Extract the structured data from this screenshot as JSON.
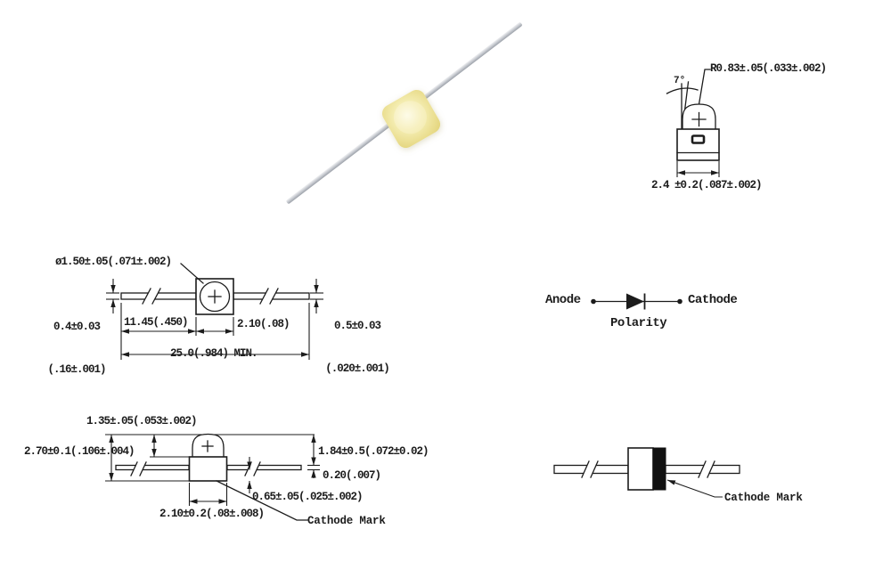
{
  "photo": {
    "body_color": "#efe297",
    "lead_color": "#b6bac1"
  },
  "front_view": {
    "radius_label": "R0.83±.05(.033±.002)",
    "angle_label": "7°",
    "width_label": "2.4 ±0.2(.087±.002)"
  },
  "top_view": {
    "lens_dia_label": "ø1.50±.05(.071±.002)",
    "left_lead_thickness_mm": "0.4±0.03",
    "left_lead_thickness_in": "(.16±.001)",
    "lead_length_label": "11.45(.450)",
    "body_width_label": "2.10(.08)",
    "overall_length_label": "25.0(.984) MIN.",
    "right_lead_thickness_mm": "0.5±0.03",
    "right_lead_thickness_in": "(.020±.001)"
  },
  "polarity": {
    "anode_label": "Anode",
    "cathode_label": "Cathode",
    "caption": "Polarity"
  },
  "side_view": {
    "dome_height_label": "1.35±.05(.053±.002)",
    "overall_height_label": "2.70±0.1(.106±.004)",
    "body_height_label": "1.84±0.5(.072±0.02)",
    "lead_thickness_label": "0.20(.007)",
    "base_height_label": "0.65±.05(.025±.002)",
    "body_width_label": "2.10±0.2(.08±.008)",
    "cathode_mark_label": "Cathode Mark"
  },
  "axial_view": {
    "cathode_mark_label": "Cathode Mark"
  }
}
